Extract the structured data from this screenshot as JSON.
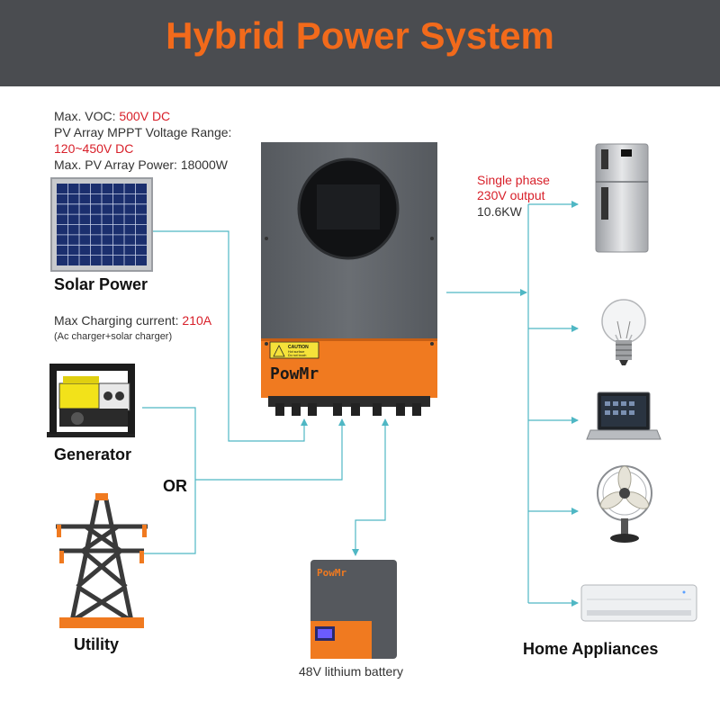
{
  "header": {
    "title": "Hybrid Power System"
  },
  "solar": {
    "voc_label": "Max. VOC: ",
    "voc_value": "500V DC",
    "mppt_label": "PV Array MPPT Voltage Range:",
    "mppt_value": "120~450V DC",
    "power_label": "Max. PV Array Power: 18000W",
    "name": "Solar Power"
  },
  "charging": {
    "label": "Max Charging current: ",
    "value": "210A",
    "note": "(Ac charger+solar charger)"
  },
  "generator": {
    "name": "Generator"
  },
  "or_label": "OR",
  "utility": {
    "name": "Utility"
  },
  "output": {
    "line1": "Single phase",
    "line2": "230V output",
    "line3": "10.6KW"
  },
  "inverter": {
    "brand": "PowMr",
    "caution": "CAUTION",
    "caution_text1": "Hot surface",
    "caution_text2": "Do not touch"
  },
  "battery": {
    "brand": "PowMr",
    "caption": "48V lithium battery"
  },
  "appliances": {
    "name": "Home Appliances"
  },
  "colors": {
    "header_bg": "#4a4c50",
    "title": "#f26a1b",
    "highlight_red": "#d8202a",
    "connector": "#4fb7c4",
    "inverter_body": "#5d6166",
    "inverter_orange": "#f07a20"
  }
}
